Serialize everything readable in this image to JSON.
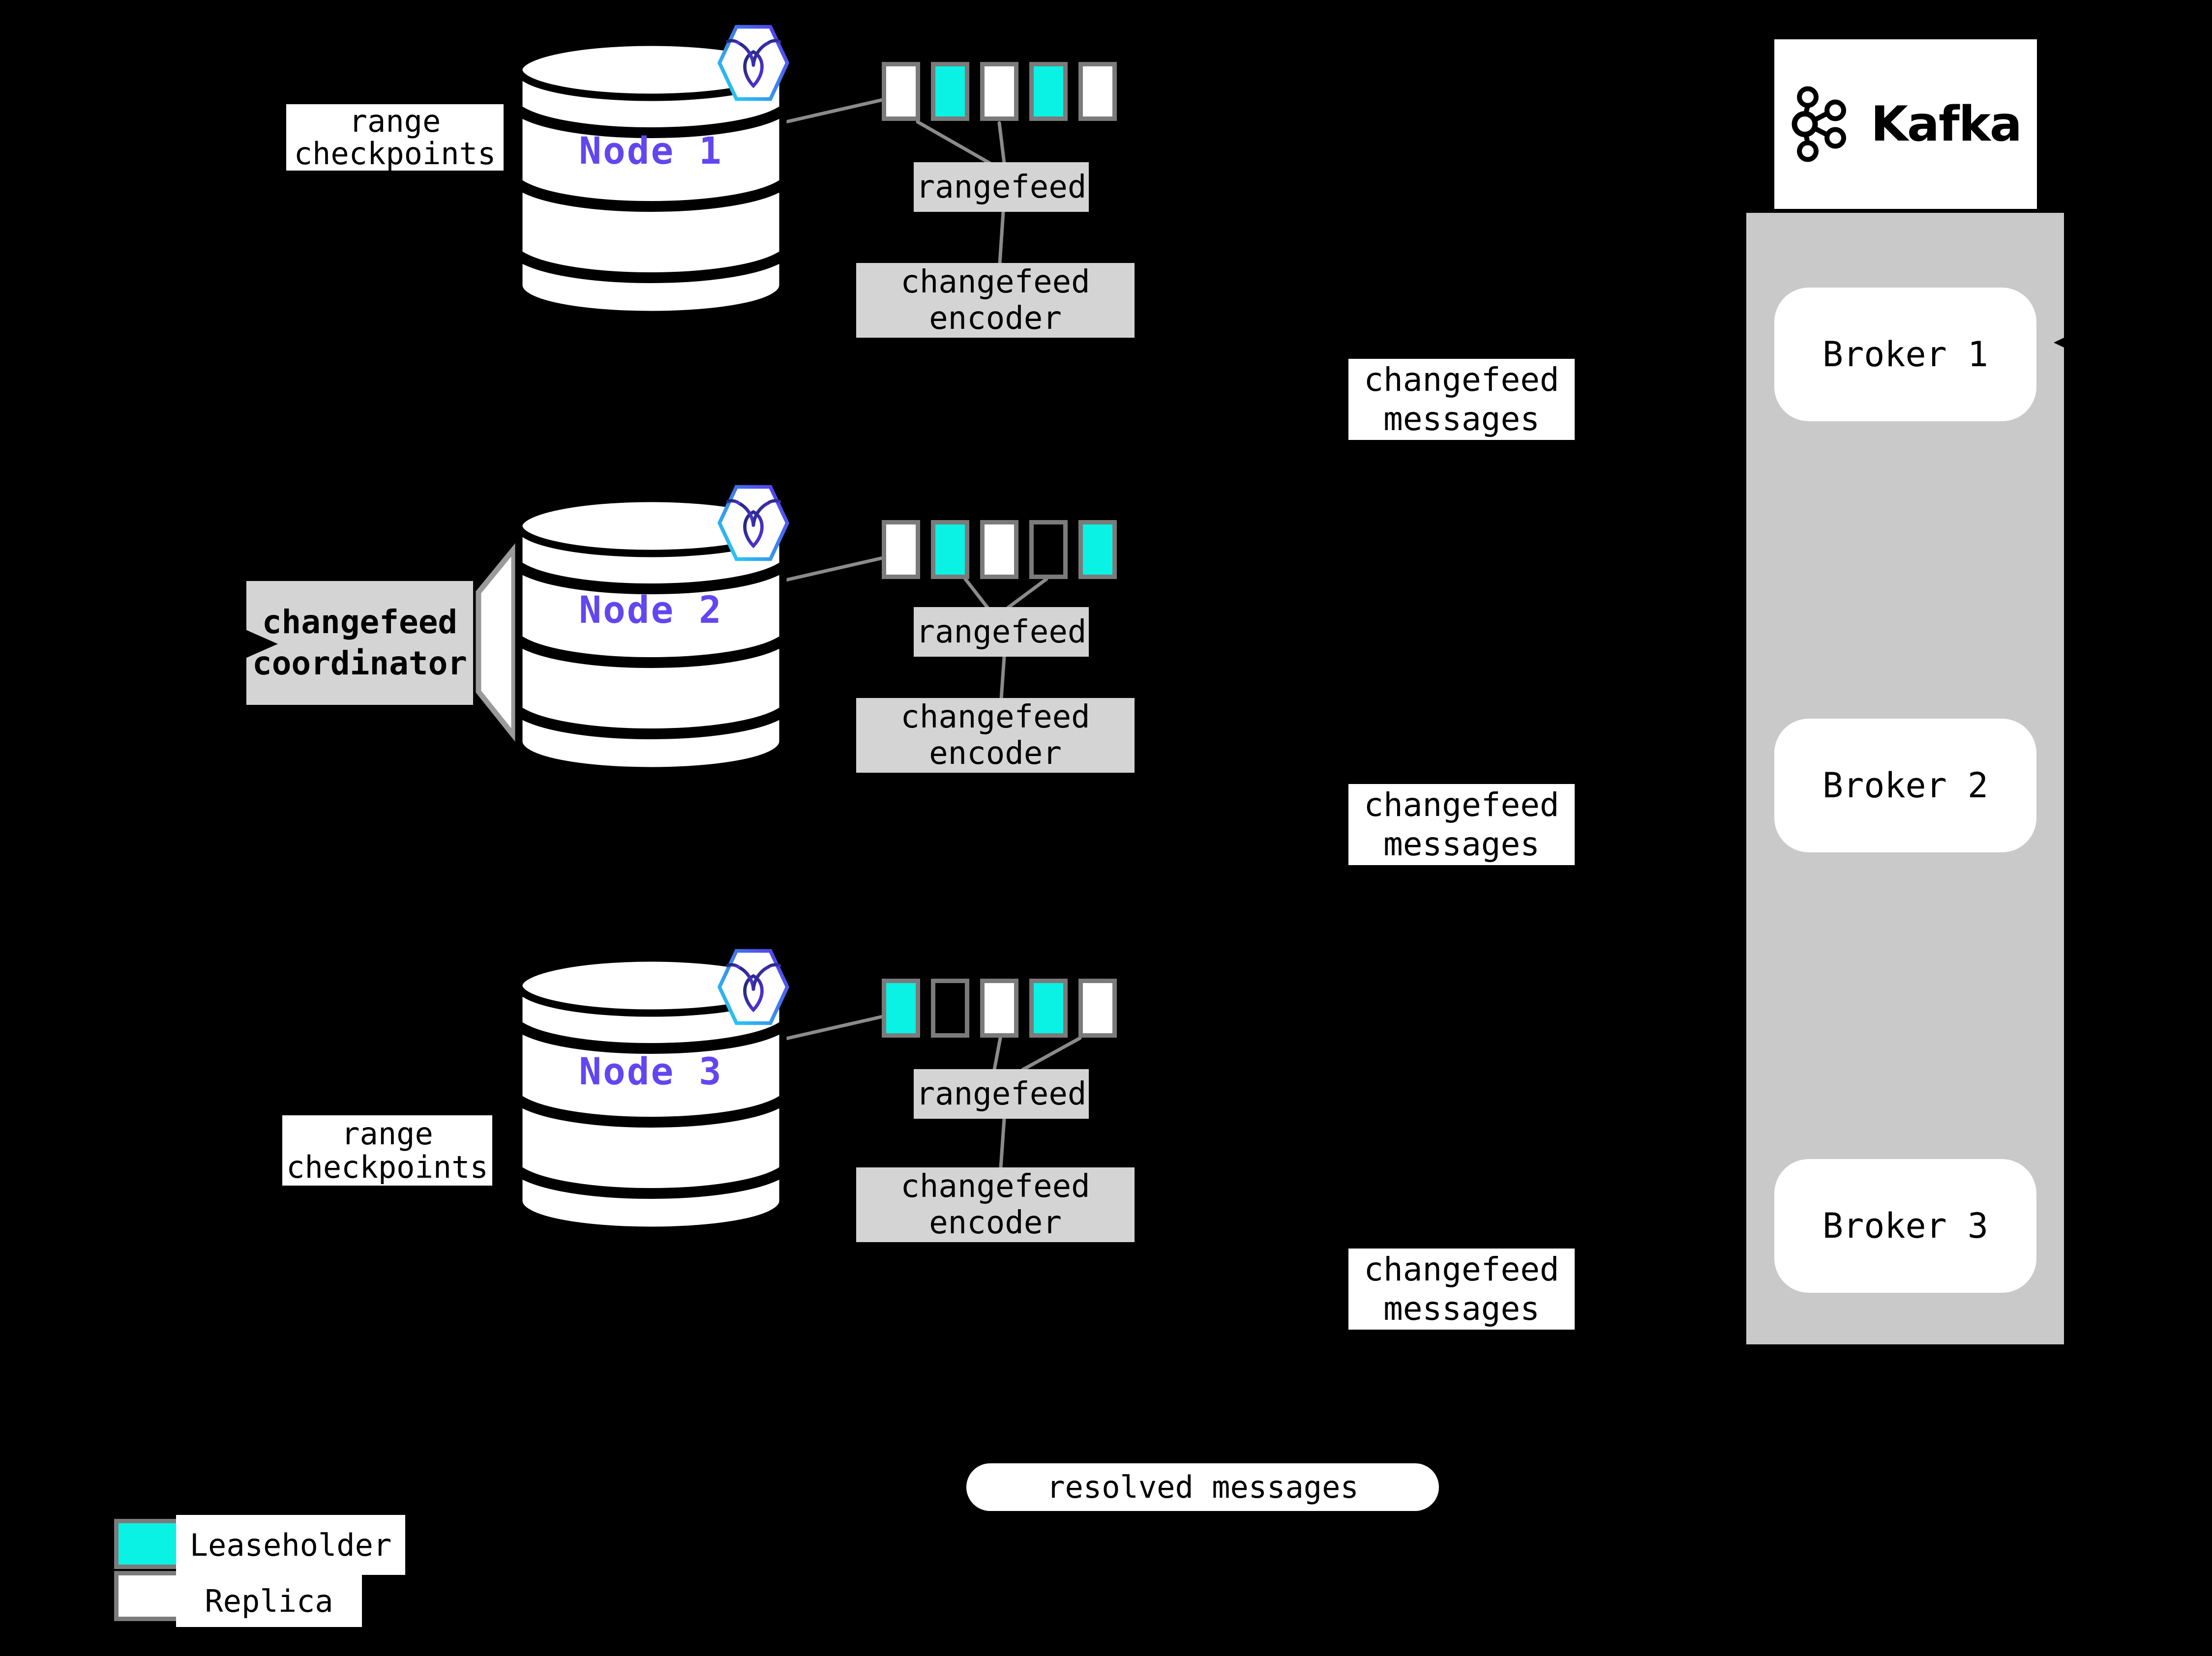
{
  "colors": {
    "background": "#000000",
    "leaseholder_fill": "#0af2e4",
    "replica_fill": "#ffffff",
    "process_box_gray": "#d4d4d4",
    "kafka_container_gray": "#c9c9c9",
    "swatch_border_gray": "#7b7b7b",
    "connector_gray": "#8b8b8b",
    "node_label_purple": "#6246f0"
  },
  "nodes": [
    {
      "label": "Node 1",
      "ranges": [
        "replica",
        "leaseholder",
        "replica",
        "leaseholder",
        "replica"
      ]
    },
    {
      "label": "Node 2",
      "ranges": [
        "replica",
        "leaseholder",
        "replica",
        "empty",
        "leaseholder"
      ]
    },
    {
      "label": "Node 3",
      "ranges": [
        "leaseholder",
        "empty",
        "replica",
        "leaseholder",
        "replica"
      ]
    }
  ],
  "pipeline": {
    "rangefeed": "rangefeed",
    "encoder_line1": "changefeed",
    "encoder_line2": "encoder"
  },
  "labels": {
    "range_checkpoints": {
      "line1": "range",
      "line2": "checkpoints"
    },
    "coordinator": {
      "line1": "changefeed",
      "line2": "coordinator"
    },
    "messages": {
      "line1": "changefeed",
      "line2": "messages"
    },
    "resolved": "resolved messages"
  },
  "kafka": {
    "brand": "Kafka",
    "brokers": [
      "Broker 1",
      "Broker 2",
      "Broker 3"
    ]
  },
  "legend": {
    "leaseholder": "Leaseholder",
    "replica": "Replica"
  }
}
